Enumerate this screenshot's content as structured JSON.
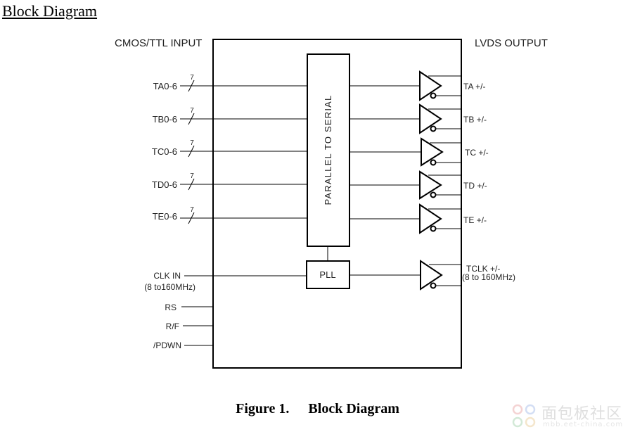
{
  "heading": "Block Diagram",
  "input_group_label": "CMOS/TTL INPUT",
  "output_group_label": "LVDS OUTPUT",
  "bus_width": "7",
  "serializer_label": "PARALLEL TO SERIAL",
  "pll_label": "PLL",
  "data_inputs": [
    "TA0-6",
    "TB0-6",
    "TC0-6",
    "TD0-6",
    "TE0-6"
  ],
  "data_outputs": [
    "TA +/-",
    "TB +/-",
    "TC +/-",
    "TD +/-",
    "TE +/-"
  ],
  "clock_input": {
    "label": "CLK IN",
    "range": "(8 to160MHz)"
  },
  "clock_output": {
    "label": "TCLK +/-",
    "range": "(8 to 160MHz)"
  },
  "control_inputs": [
    "RS",
    "R/F",
    "/PDWN"
  ],
  "caption": {
    "number": "Figure 1.",
    "title": "Block Diagram"
  },
  "watermark": {
    "text": "面包板社区",
    "sub": "mbb.eet-china.com"
  }
}
